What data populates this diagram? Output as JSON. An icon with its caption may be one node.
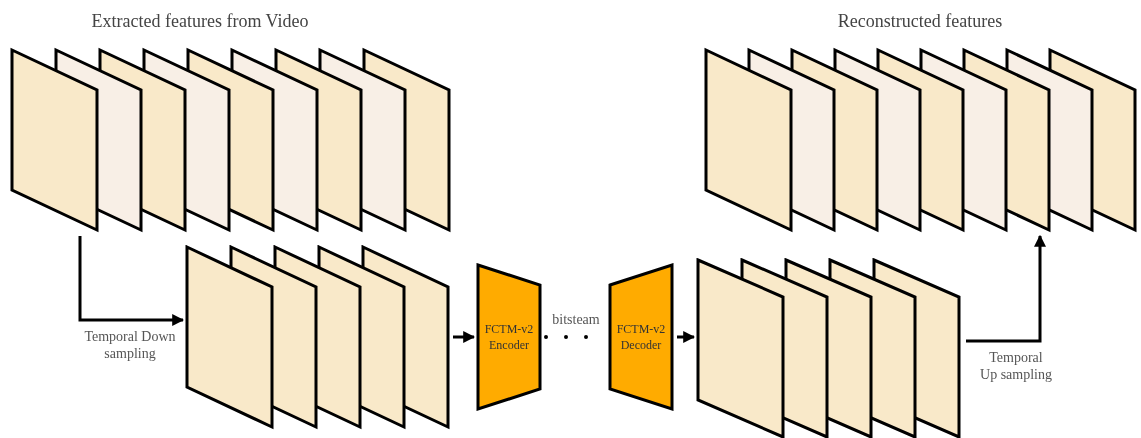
{
  "diagram": {
    "nodes": [
      {
        "text": [
          "Extracted features from Video"
        ]
      },
      {
        "text": [],
        "shape": "picture"
      },
      {
        "text": [
          "FCTM-v2 Encoder"
        ]
      },
      {
        "text": [
          "FCTM-v2 Decoder"
        ]
      },
      {
        "text": [],
        "shape": "picture"
      },
      {
        "text": [
          "Reconstructed features"
        ]
      }
    ],
    "edges": [
      {
        "from": 0,
        "to": 1,
        "arrow": "to",
        "label": "Temporal Down sampling"
      },
      {
        "from": 1,
        "to": 2,
        "arrow": "to"
      },
      {
        "from": 2,
        "to": 3,
        "arrow": "none",
        "label": "bitsteam",
        "style": "dashed"
      },
      {
        "from": 3,
        "to": 4,
        "arrow": "to"
      },
      {
        "from": 4,
        "to": 5,
        "arrow": "to",
        "label": "Temporal Up sampling"
      }
    ]
  }
}
